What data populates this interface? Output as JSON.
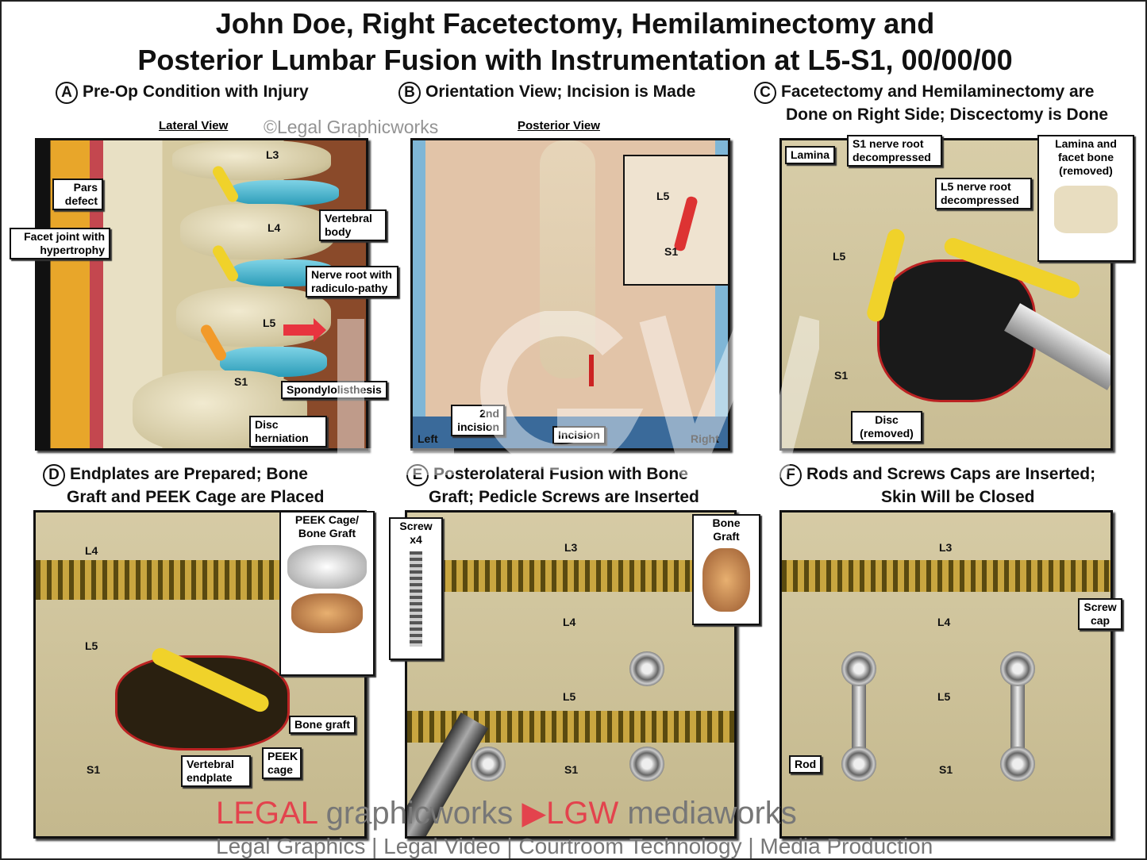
{
  "title_line1": "John Doe, Right Facetectomy, Hemilaminectomy and",
  "title_line2": "Posterior Lumbar Fusion with Instrumentation at L5-S1, 00/00/00",
  "watermark": "©Legal Graphicworks",
  "big_watermark": "LGW",
  "panels": {
    "a": {
      "letter": "A",
      "title": "Pre-Op Condition with Injury",
      "view": "Lateral View",
      "levels": [
        "L3",
        "L4",
        "L5",
        "S1"
      ],
      "labels": [
        "Pars defect",
        "Facet joint with hypertrophy",
        "Vertebral body",
        "Nerve root with radiculo-pathy",
        "Spondylolisthesis",
        "Disc herniation"
      ]
    },
    "b": {
      "letter": "B",
      "title": "Orientation View; Incision is Made",
      "view": "Posterior View",
      "levels": [
        "L5",
        "S1"
      ],
      "labels": [
        "2nd incision",
        "Incision",
        "Left",
        "Right"
      ]
    },
    "c": {
      "letter": "C",
      "title1": "Facetectomy and Hemilaminectomy are",
      "title2": "Done on Right Side; Discectomy is Done",
      "levels": [
        "L5",
        "S1"
      ],
      "labels": [
        "Lamina",
        "S1 nerve root decompressed",
        "L5 nerve root decompressed",
        "Lamina and facet bone (removed)",
        "Disc (removed)"
      ]
    },
    "d": {
      "letter": "D",
      "title1": "Endplates are Prepared; Bone",
      "title2": "Graft and PEEK Cage are Placed",
      "levels": [
        "L4",
        "L5",
        "S1"
      ],
      "labels": [
        "PEEK Cage/ Bone Graft",
        "Bone graft",
        "PEEK cage",
        "Vertebral endplate"
      ]
    },
    "e": {
      "letter": "E",
      "title1": "Posterolateral Fusion with Bone",
      "title2": "Graft; Pedicle Screws are Inserted",
      "levels": [
        "L3",
        "L4",
        "L5",
        "S1"
      ],
      "labels": [
        "Screw x4",
        "Bone Graft"
      ]
    },
    "f": {
      "letter": "F",
      "title1": "Rods and Screws Caps are Inserted;",
      "title2": "Skin Will be Closed",
      "levels": [
        "L3",
        "L4",
        "L5",
        "S1"
      ],
      "labels": [
        "Screw cap",
        "Rod"
      ]
    }
  },
  "footer": {
    "legal": "LEGAL",
    "graphicworks": "graphicworks",
    "lgw": "LGW",
    "mediaworks": "mediaworks",
    "tagline": "Legal Graphics | Legal Video | Courtroom Technology | Media Production"
  }
}
